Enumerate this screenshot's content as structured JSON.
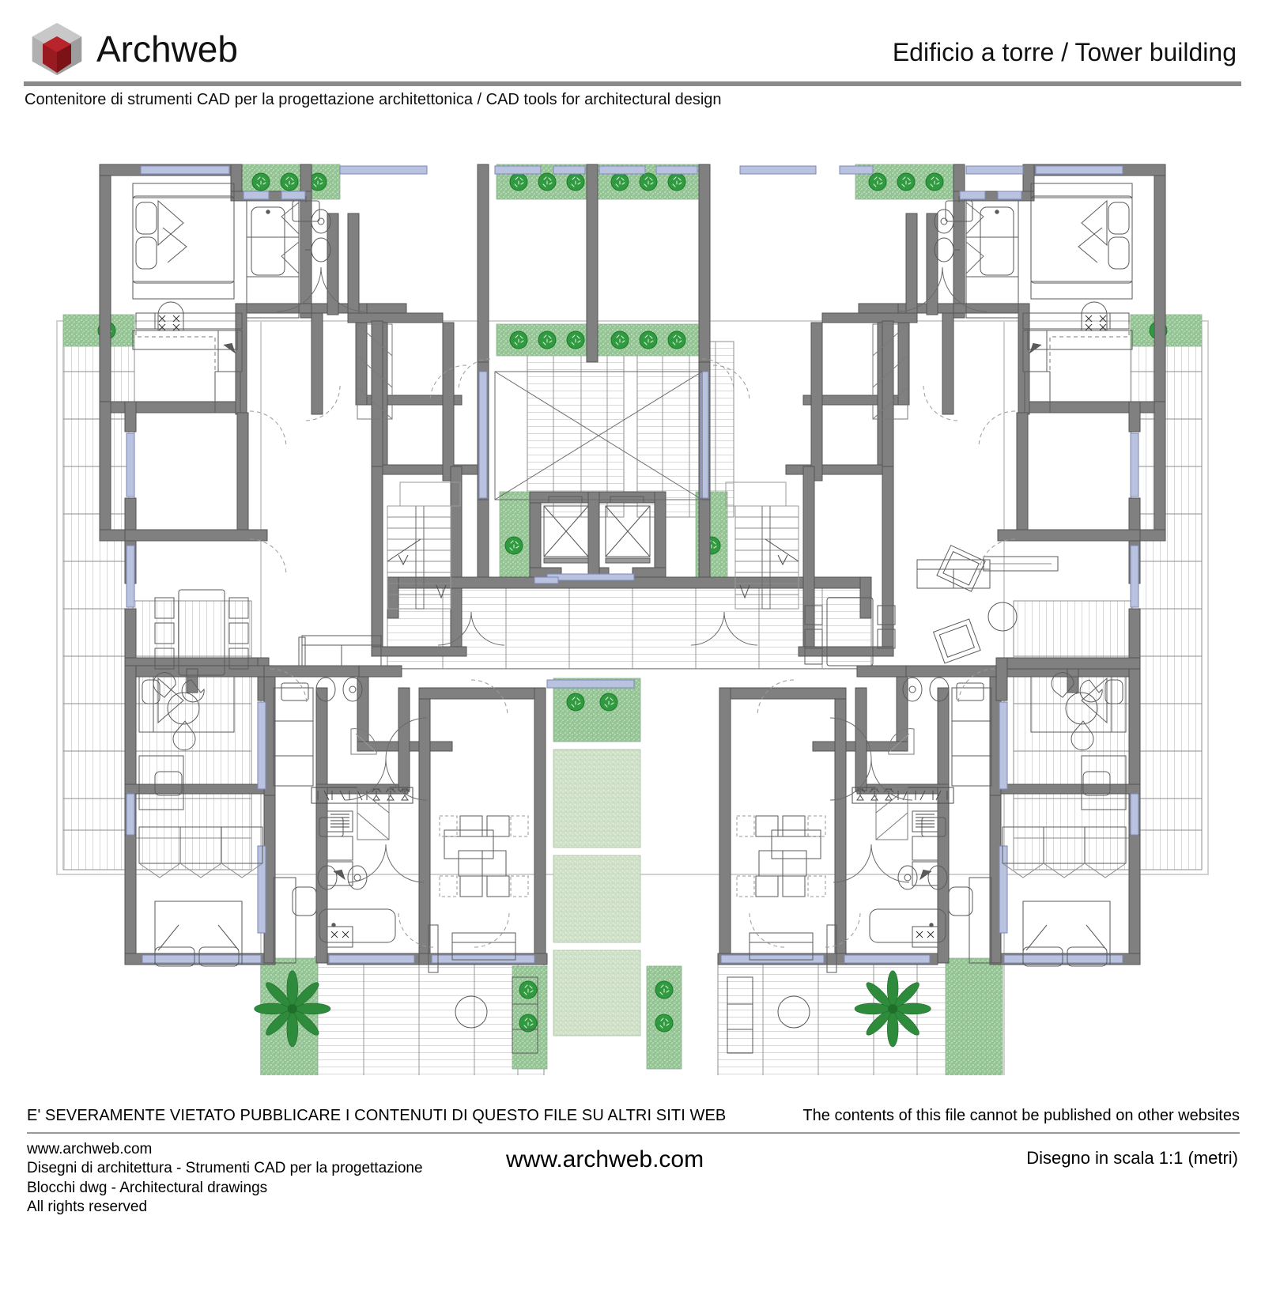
{
  "header": {
    "logo_icon": "archweb-cube-logo",
    "brand": "Archweb",
    "title": "Edificio a torre / Tower building",
    "subtitle": "Contenitore di strumenti CAD per la progettazione architettonica  /  CAD tools for architectural design",
    "colors": {
      "logo_gray": "#b5b5b5",
      "logo_gray_dark": "#9a9a9a",
      "logo_red": "#9e1b20",
      "logo_red_dark": "#7d1418",
      "rule": "#8a8a8a"
    }
  },
  "drawing": {
    "name": "tower-building-floor-plan",
    "scale_note": "Disegno in scala 1:1 (metri)",
    "colors": {
      "wall": "#808080",
      "wall_stroke": "#4d4d4d",
      "thin_line": "#555555",
      "hairline": "#9b9b9b",
      "window": "#9aa6d0",
      "window_fill": "#b9c2de",
      "grass": "#8cc08c",
      "grass_light": "#c9e0c4",
      "bush": "#2e9a3e",
      "bush_dark": "#1f7a2c",
      "paper": "#ffffff",
      "frame": "#d8d8d8"
    },
    "elements": {
      "central_void": "courtyard-shaft",
      "elevators": 2,
      "stair_cores": 2,
      "apartments": 8,
      "balconies": 6,
      "planter_bushes": 30,
      "palm_trees": 2
    }
  },
  "footer": {
    "notice_it": "E' SEVERAMENTE VIETATO PUBBLICARE I CONTENUTI DI QUESTO FILE SU ALTRI SITI WEB",
    "notice_en": "The contents of this file cannot be published on other websites",
    "left_lines": [
      "www.archweb.com",
      "Disegni di architettura - Strumenti CAD  per la progettazione",
      "Blocchi dwg - Architectural drawings",
      "All rights reserved"
    ],
    "center": "www.archweb.com",
    "right": "Disegno in scala 1:1 (metri)"
  }
}
